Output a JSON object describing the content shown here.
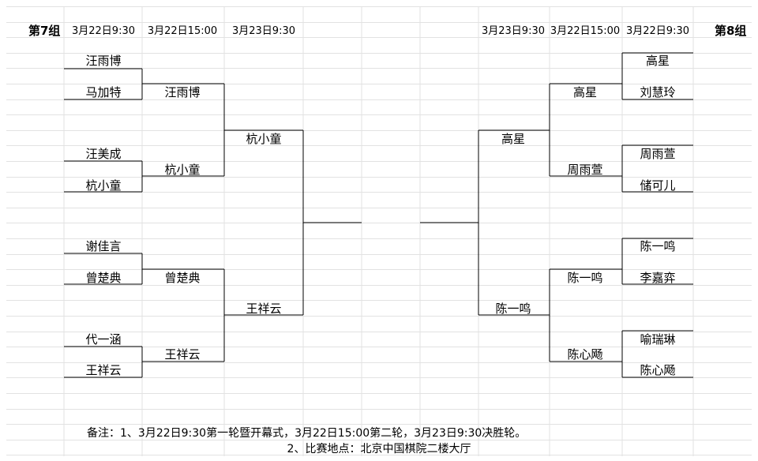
{
  "left": {
    "group_label": "第7组",
    "round_dates": [
      "3月22日9:30",
      "3月22日15:00",
      "3月23日9:30"
    ],
    "round1": [
      "汪雨博",
      "马加特",
      "汪美成",
      "杭小童",
      "谢佳言",
      "曾楚典",
      "代一涵",
      "王祥云"
    ],
    "round2": [
      "汪雨博",
      "杭小童",
      "曾楚典",
      "王祥云"
    ],
    "round3": [
      "杭小童",
      "王祥云"
    ]
  },
  "right": {
    "group_label": "第8组",
    "round_dates": [
      "3月23日9:30",
      "3月22日15:00",
      "3月22日9:30"
    ],
    "round1": [
      "高星",
      "刘慧玲",
      "周雨萱",
      "储可儿",
      "陈一鸣",
      "李嘉弈",
      "喻瑞琳",
      "陈心飏"
    ],
    "round2": [
      "高星",
      "周雨萱",
      "陈一鸣",
      "陈心飏"
    ],
    "round3": [
      "高星",
      "陈一鸣"
    ]
  },
  "notes": {
    "line1": "备注：1、3月22日9:30第一轮暨开幕式，3月22日15:00第二轮，3月23日9:30决胜轮。",
    "line2": "2、比赛地点：北京中国棋院二楼大厅"
  }
}
